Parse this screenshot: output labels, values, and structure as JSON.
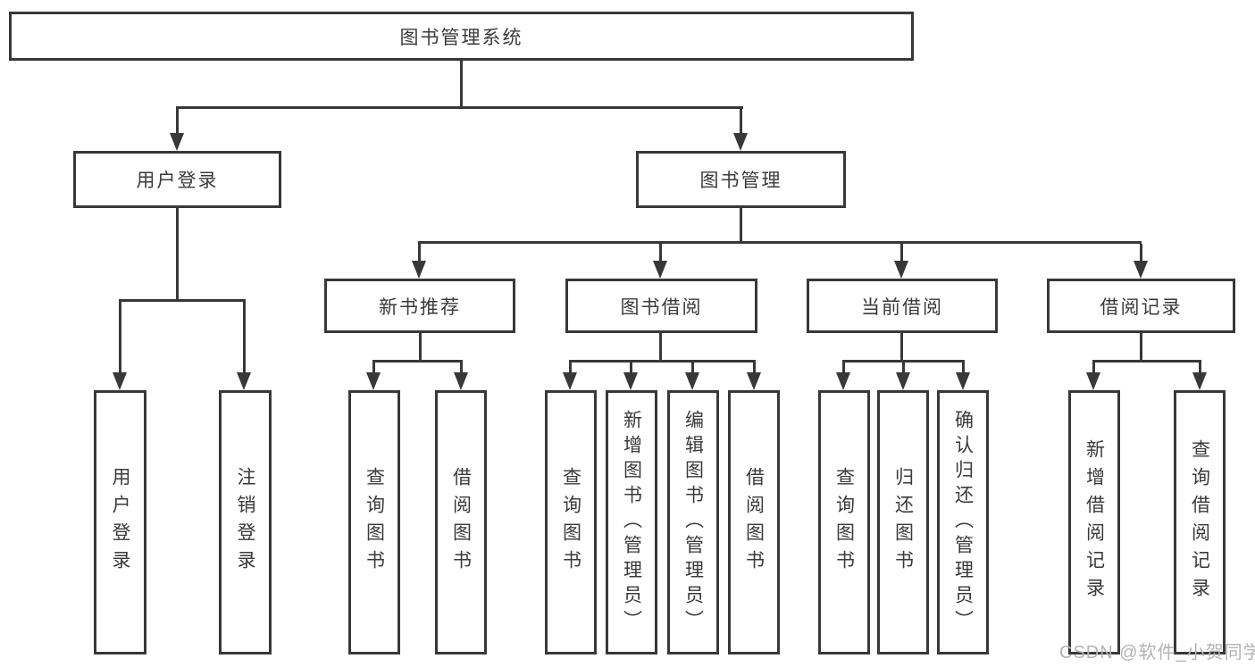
{
  "diagram": {
    "root": {
      "label": "图书管理系统"
    },
    "branches": {
      "user_login": {
        "label": "用户登录",
        "children": [
          {
            "label": "用户登录"
          },
          {
            "label": "注销登录"
          }
        ]
      },
      "book_management": {
        "label": "图书管理",
        "groups": [
          {
            "label": "新书推荐",
            "children": [
              {
                "label": "查询图书"
              },
              {
                "label": "借阅图书"
              }
            ]
          },
          {
            "label": "图书借阅",
            "children": [
              {
                "label": "查询图书"
              },
              {
                "label": "新增图书（管理员）"
              },
              {
                "label": "编辑图书（管理员）"
              },
              {
                "label": "借阅图书"
              }
            ]
          },
          {
            "label": "当前借阅",
            "children": [
              {
                "label": "查询图书"
              },
              {
                "label": "归还图书"
              },
              {
                "label": "确认归还（管理员）"
              }
            ]
          },
          {
            "label": "借阅记录",
            "children": [
              {
                "label": "新增借阅记录"
              },
              {
                "label": "查询借阅记录"
              }
            ]
          }
        ]
      }
    },
    "watermark": "CSDN @软件_小贺同学"
  },
  "colors": {
    "line": "#383838",
    "text": "#3a3a3a",
    "background": "#ffffff",
    "watermark": "#b3b3b3"
  }
}
